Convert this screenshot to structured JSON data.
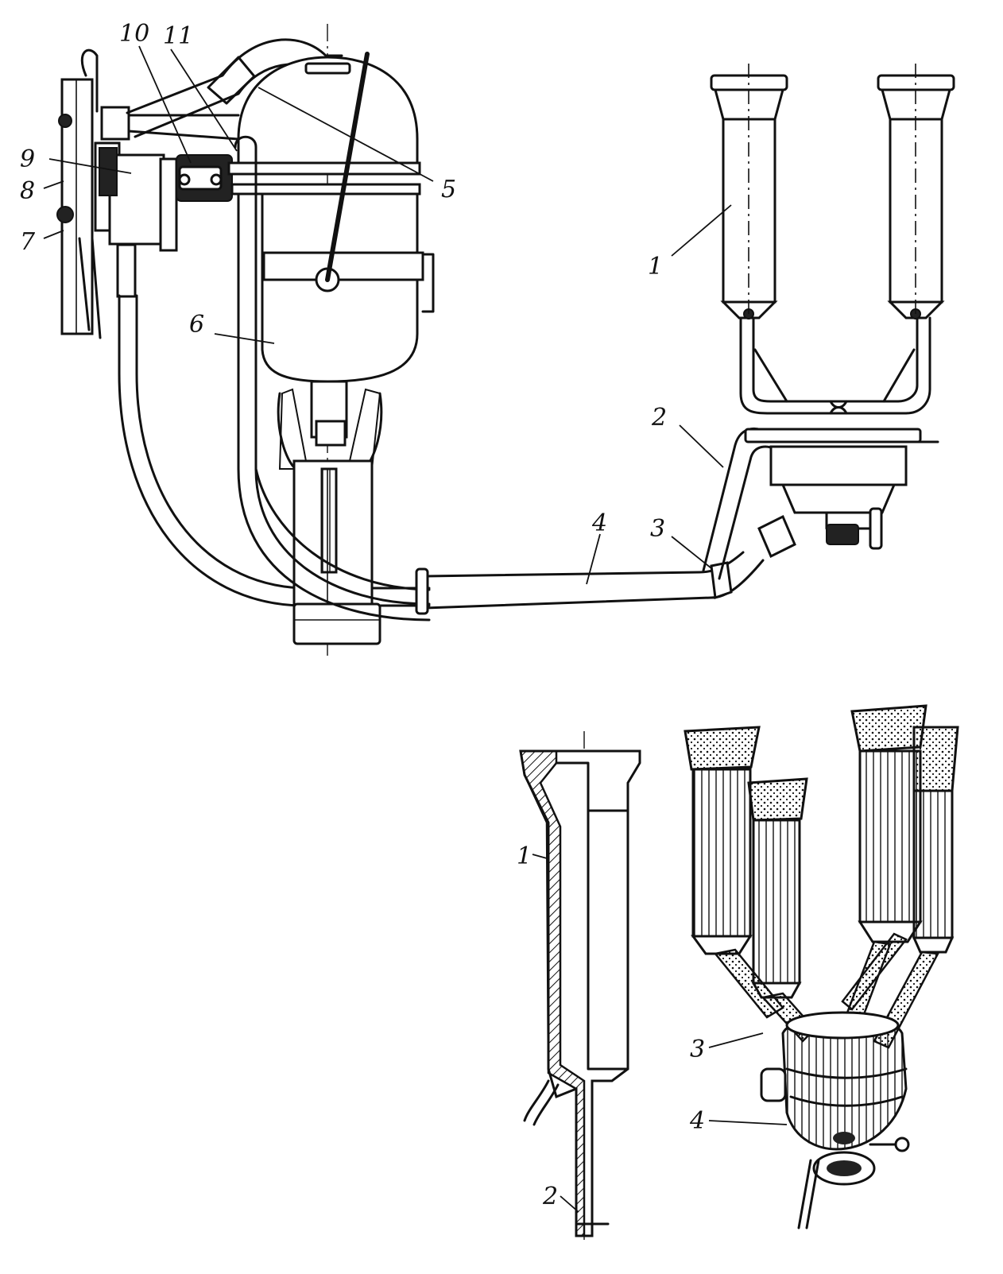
{
  "top_figure": {
    "labels": [
      "1",
      "2",
      "3",
      "4",
      "5",
      "6",
      "7",
      "8",
      "9",
      "10",
      "11"
    ]
  },
  "bottom_left_figure": {
    "labels": [
      "1",
      "2"
    ]
  },
  "bottom_right_figure": {
    "labels": [
      "3",
      "4"
    ]
  }
}
